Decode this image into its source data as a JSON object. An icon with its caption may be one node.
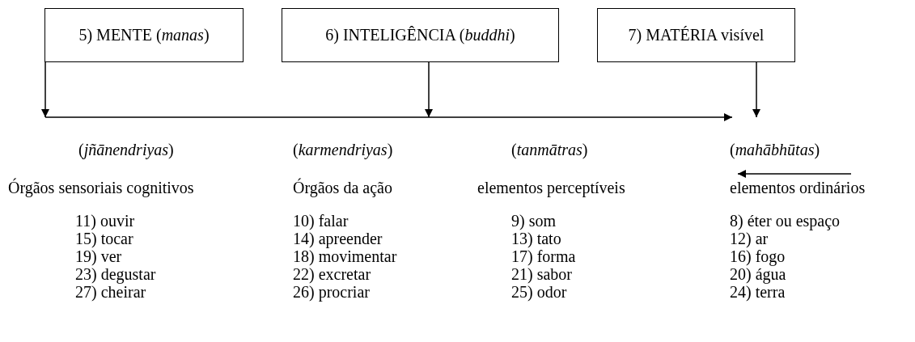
{
  "diagram": {
    "nodes": [
      {
        "text": [
          "5) MENTE (*manas*)"
        ]
      },
      {
        "text": [
          "6) INTELIGÊNCIA (*buddhi*)"
        ]
      },
      {
        "text": [
          "7) MATÉRIA visível"
        ]
      }
    ],
    "edges": [
      {
        "from": 0,
        "to": null,
        "arrow": "to"
      },
      {
        "from": 1,
        "to": null,
        "arrow": "to"
      },
      {
        "from": 2,
        "to": null,
        "arrow": "to"
      }
    ],
    "labels": [
      "(*jñānendriyas*)",
      "(*karmendriyas*)",
      "(*tanmātras*)",
      "(*mahābhūtas*)",
      "Órgãos sensoriais cognitivos",
      "Órgãos da ação",
      "elementos perceptíveis",
      "elementos ordinários",
      "11) ouvir",
      "10) falar",
      "9) som",
      "8) éter ou espaço",
      "15) tocar",
      "14) apreender",
      "13) tato",
      "12) ar",
      "19) ver",
      "18) movimentar",
      "17) forma",
      "16) fogo",
      "23) degustar",
      "22) excretar",
      "21) sabor",
      "20) água",
      "27) cheirar",
      "26) procriar",
      "25) odor",
      "24) terra"
    ]
  }
}
